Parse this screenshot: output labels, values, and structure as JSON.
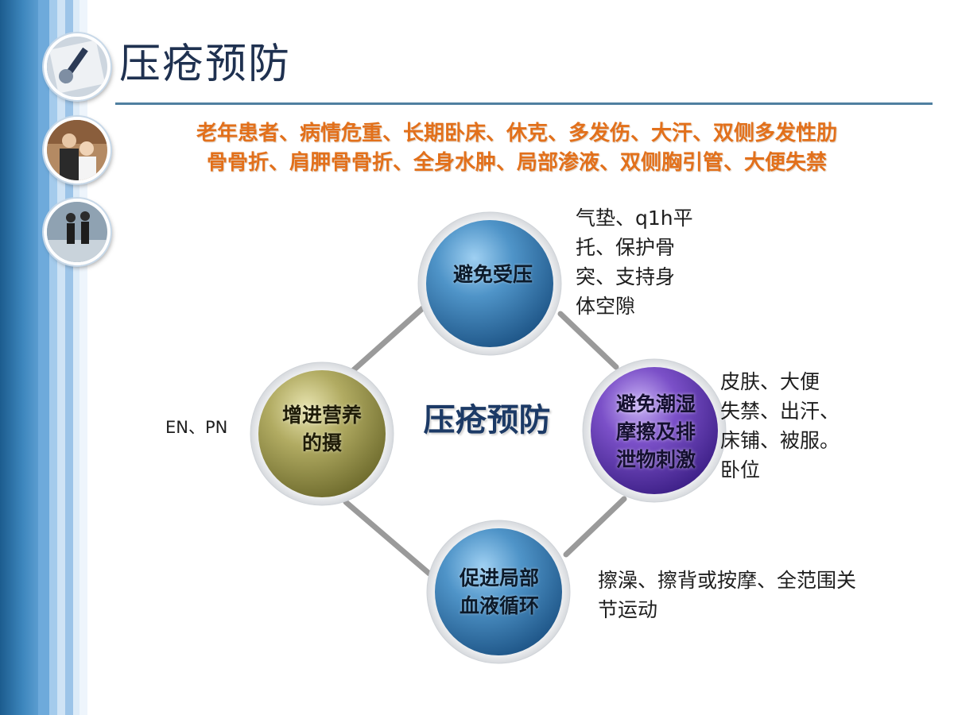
{
  "slide": {
    "title": "压疮预防",
    "intro_line1": "老年患者、病情危重、长期卧床、休克、多发伤、大汗、双侧多发性肋",
    "intro_line2": "骨骨折、肩胛骨骨折、全身水肿、局部渗液、双侧胸引管、大便失禁"
  },
  "diagram": {
    "center": "压疮预防",
    "nodes": {
      "top": {
        "label_line1": "避免受压",
        "color": "#3f82b8",
        "note_lines": [
          "气垫、q1h平",
          "托、保护骨",
          "突、支持身",
          "体空隙"
        ]
      },
      "right": {
        "label_line1": "避免潮湿",
        "label_line2": "摩擦及排",
        "label_line3": "泄物刺激",
        "color": "#6b42b5",
        "note_lines": [
          "皮肤、大便",
          "失禁、出汗、",
          "床铺、被服。",
          "卧位"
        ]
      },
      "left": {
        "label_line1": "增进营养",
        "label_line2": "的摄",
        "color": "#a6a155",
        "note_lines": [
          "EN、PN"
        ]
      },
      "bottom": {
        "label_line1": "促进局部",
        "label_line2": "血液循环",
        "color": "#3f82b8",
        "note_lines": [
          "擦澡、擦背或按摩、全范围关",
          "节运动"
        ]
      }
    },
    "connector_color": "#9a9a9a"
  },
  "decor": {
    "photo_icons": [
      "pen-document-photo-icon",
      "business-people-photo-icon",
      "walking-people-photo-icon"
    ],
    "accent_color": "#e2701b",
    "title_color": "#1f3150"
  }
}
